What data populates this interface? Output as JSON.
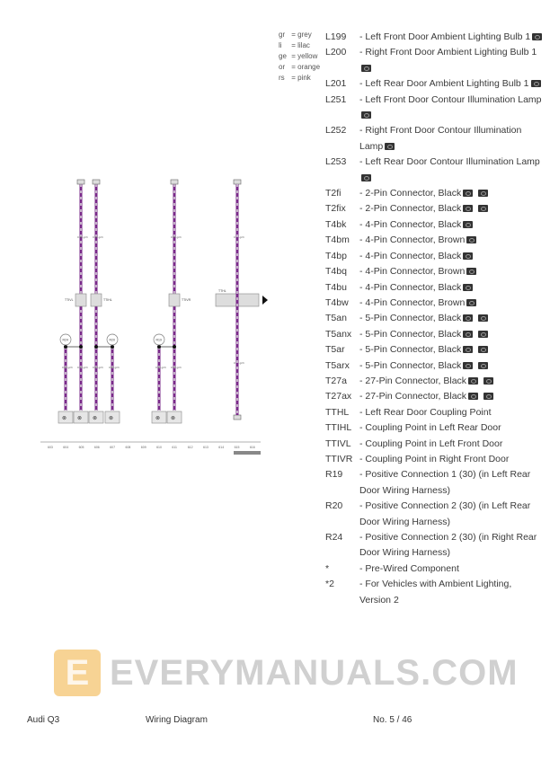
{
  "color_codes": [
    {
      "code": "gr",
      "name": "grey"
    },
    {
      "code": "li",
      "name": "lilac"
    },
    {
      "code": "ge",
      "name": "yellow"
    },
    {
      "code": "or",
      "name": "orange"
    },
    {
      "code": "rs",
      "name": "pink"
    }
  ],
  "legend": [
    {
      "code": "L199",
      "desc": "- Left Front Door Ambient Lighting Bulb 1",
      "icons": 1
    },
    {
      "code": "L200",
      "desc": "- Right Front Door Ambient Lighting Bulb 1",
      "icons": 1
    },
    {
      "code": "L201",
      "desc": "- Left Rear Door Ambient Lighting Bulb 1",
      "icons": 1
    },
    {
      "code": "L251",
      "desc": "- Left Front Door Contour Illumination Lamp",
      "icons": 1
    },
    {
      "code": "L252",
      "desc": "- Right Front Door Contour Illumination Lamp",
      "icons": 1
    },
    {
      "code": "L253",
      "desc": "- Left Rear Door Contour Illumination Lamp",
      "icons": 1
    },
    {
      "code": "T2fi",
      "desc": "- 2-Pin Connector, Black",
      "icons": 2
    },
    {
      "code": "T2fix",
      "desc": "- 2-Pin Connector, Black",
      "icons": 2
    },
    {
      "code": "T4bk",
      "desc": "- 4-Pin Connector, Black",
      "icons": 1
    },
    {
      "code": "T4bm",
      "desc": "- 4-Pin Connector, Brown",
      "icons": 1
    },
    {
      "code": "T4bp",
      "desc": "- 4-Pin Connector, Black",
      "icons": 1
    },
    {
      "code": "T4bq",
      "desc": "- 4-Pin Connector, Brown",
      "icons": 1
    },
    {
      "code": "T4bu",
      "desc": "- 4-Pin Connector, Black",
      "icons": 1
    },
    {
      "code": "T4bw",
      "desc": "- 4-Pin Connector, Brown",
      "icons": 1
    },
    {
      "code": "T5an",
      "desc": "- 5-Pin Connector, Black",
      "icons": 2
    },
    {
      "code": "T5anx",
      "desc": "- 5-Pin Connector, Black",
      "icons": 2
    },
    {
      "code": "T5ar",
      "desc": "- 5-Pin Connector, Black",
      "icons": 2
    },
    {
      "code": "T5arx",
      "desc": "- 5-Pin Connector, Black",
      "icons": 2
    },
    {
      "code": "T27a",
      "desc": "- 27-Pin Connector, Black",
      "icons": 2
    },
    {
      "code": "T27ax",
      "desc": "- 27-Pin Connector, Black",
      "icons": 2
    },
    {
      "code": "TTHL",
      "desc": "- Left Rear Door Coupling Point",
      "icons": 0
    },
    {
      "code": "TTIHL",
      "desc": "- Coupling Point in Left Rear Door",
      "icons": 0
    },
    {
      "code": "TTIVL",
      "desc": "- Coupling Point in Left Front Door",
      "icons": 0
    },
    {
      "code": "TTIVR",
      "desc": "- Coupling Point in Right Front Door",
      "icons": 0
    },
    {
      "code": "R19",
      "desc": "- Positive Connection 1 (30) (in Left Rear Door Wiring Harness)",
      "icons": 0
    },
    {
      "code": "R20",
      "desc": "- Positive Connection 2 (30) (in Left Rear Door Wiring Harness)",
      "icons": 0
    },
    {
      "code": "R24",
      "desc": "- Positive Connection 2 (30) (in Right Rear Door Wiring Harness)",
      "icons": 0
    },
    {
      "code": "*",
      "desc": "- Pre-Wired Component",
      "icons": 0
    },
    {
      "code": "*2",
      "desc": "- For Vehicles with Ambient Lighting, Version 2",
      "icons": 0
    }
  ],
  "diagram": {
    "wire_color": "#7a2a8a",
    "wire_label": "0.35 gr/li",
    "couplings": [
      "TTIVL",
      "TTIHL",
      "TTIVR",
      "TTHL"
    ],
    "positive": [
      "R24",
      "R20",
      "R19"
    ],
    "ruler": [
      "603",
      "604",
      "605",
      "606",
      "607",
      "608",
      "609",
      "610",
      "611",
      "612",
      "613",
      "614",
      "615",
      "616"
    ]
  },
  "watermark": {
    "text": "EVERYMANUALS.COM",
    "logo": "E"
  },
  "footer": {
    "model": "Audi Q3",
    "title": "Wiring Diagram",
    "page": "No. 5 / 46"
  }
}
